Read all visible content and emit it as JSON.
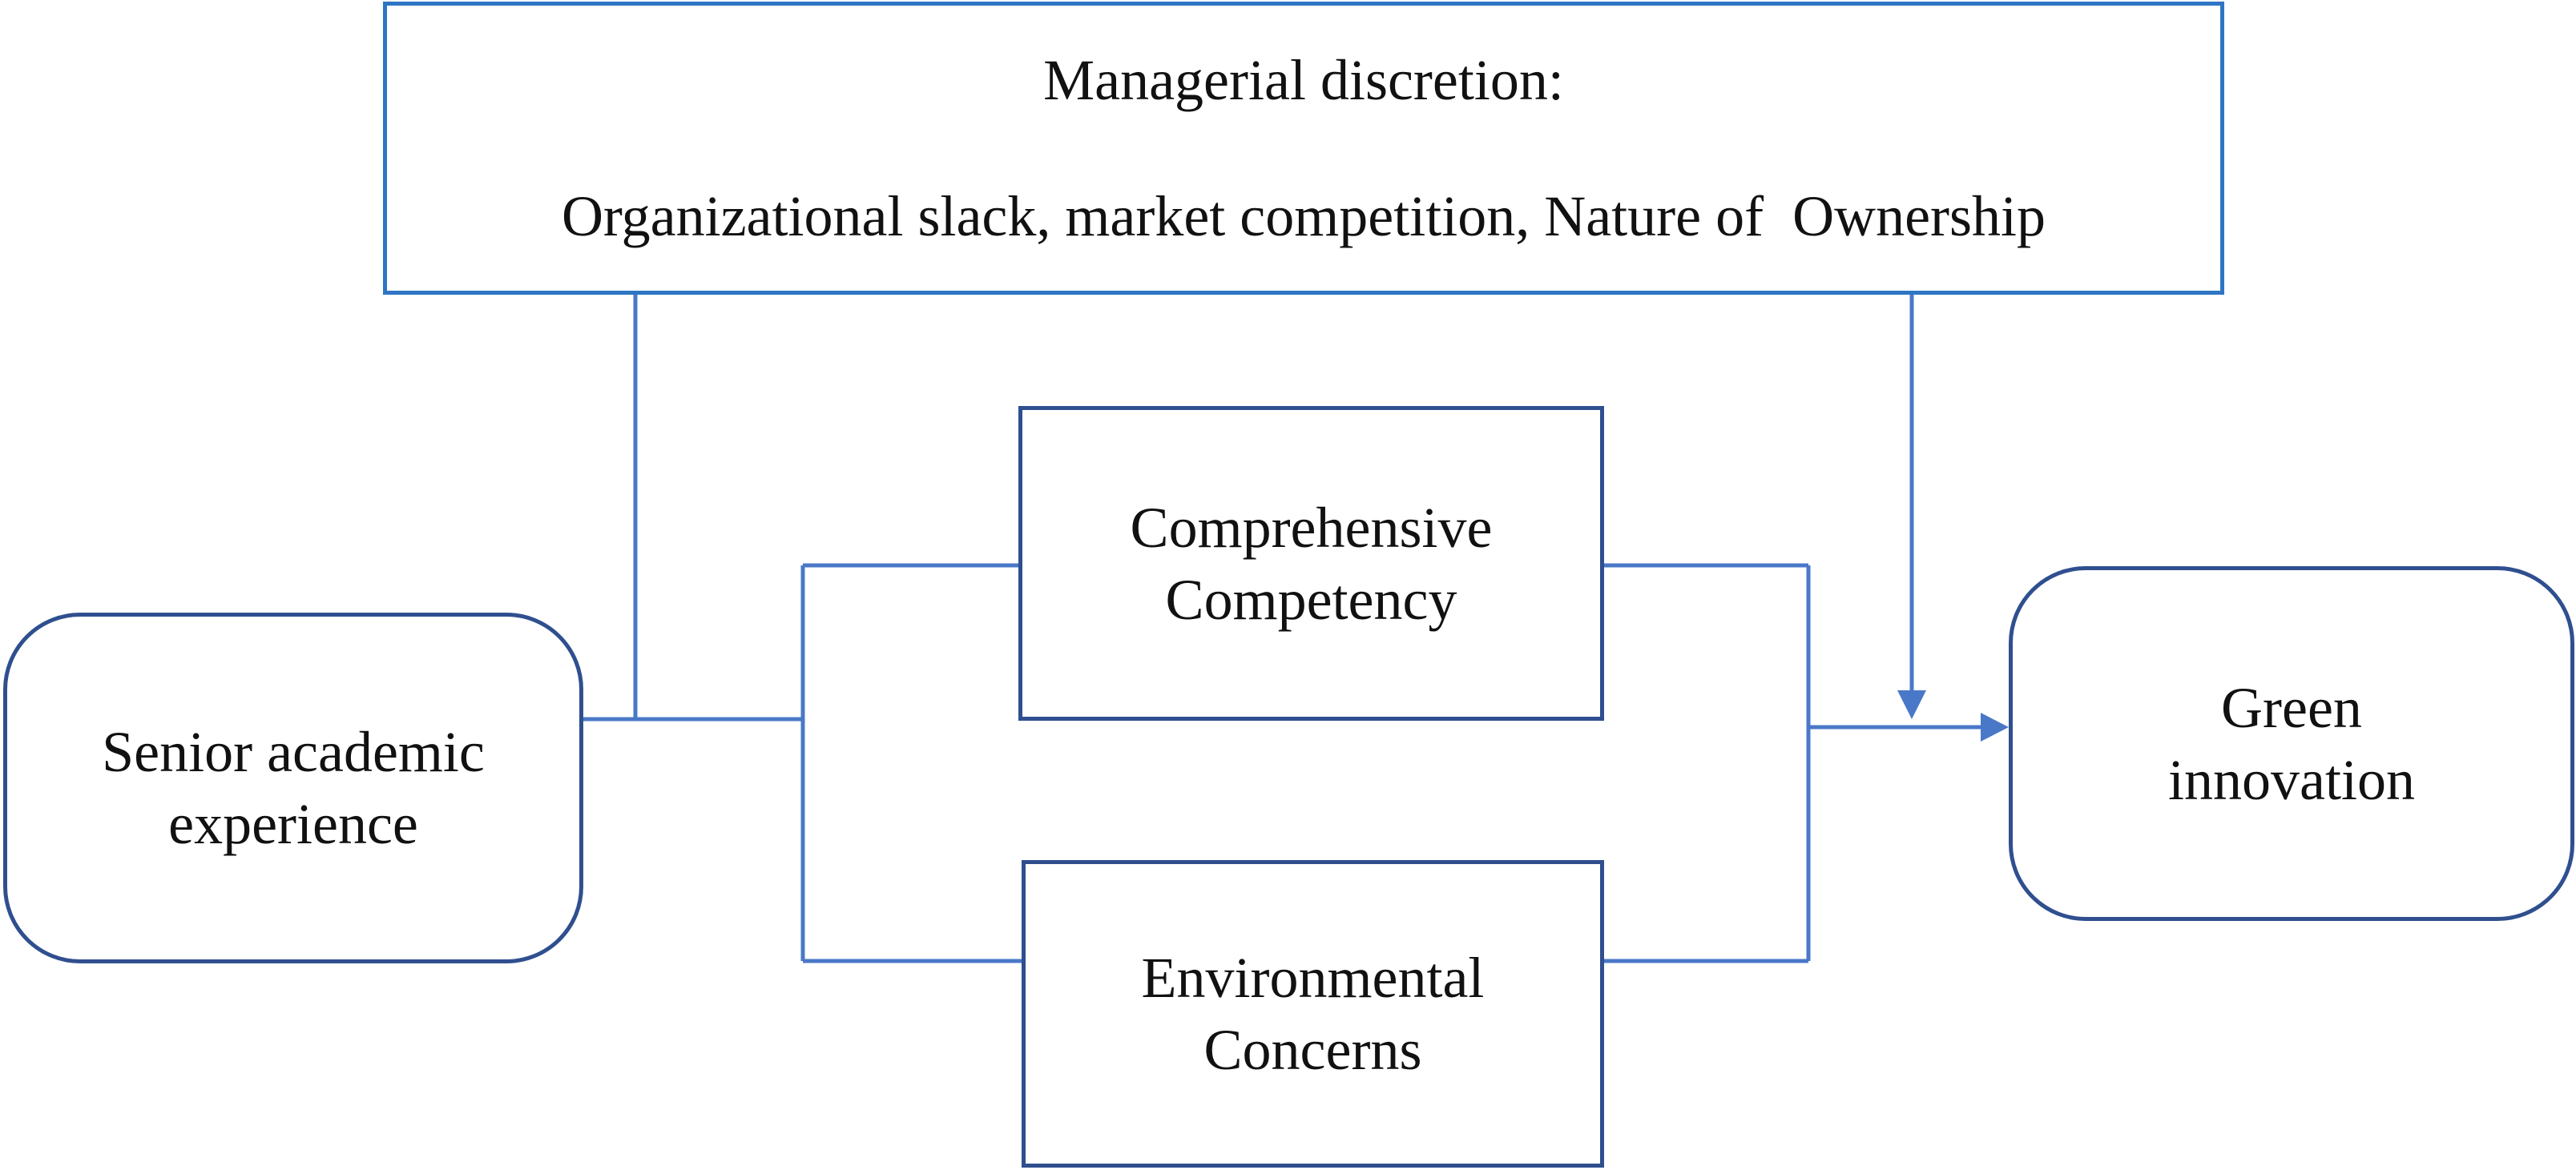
{
  "diagram": {
    "moderator": {
      "title": "Managerial discretion:",
      "items": "Organizational slack, market competition, Nature of  Ownership"
    },
    "independent": {
      "line1": "Senior academic",
      "line2": "experience"
    },
    "mediator_1": {
      "line1": "Comprehensive",
      "line2": "Competency"
    },
    "mediator_2": {
      "line1": "Environmental",
      "line2": "Concerns"
    },
    "dependent": {
      "line1": "Green",
      "line2": "innovation"
    }
  },
  "colors": {
    "moderator_border": "#2e75c4",
    "node_border": "#2f4f8f",
    "connector": "#4a78c8",
    "text": "#111111"
  }
}
